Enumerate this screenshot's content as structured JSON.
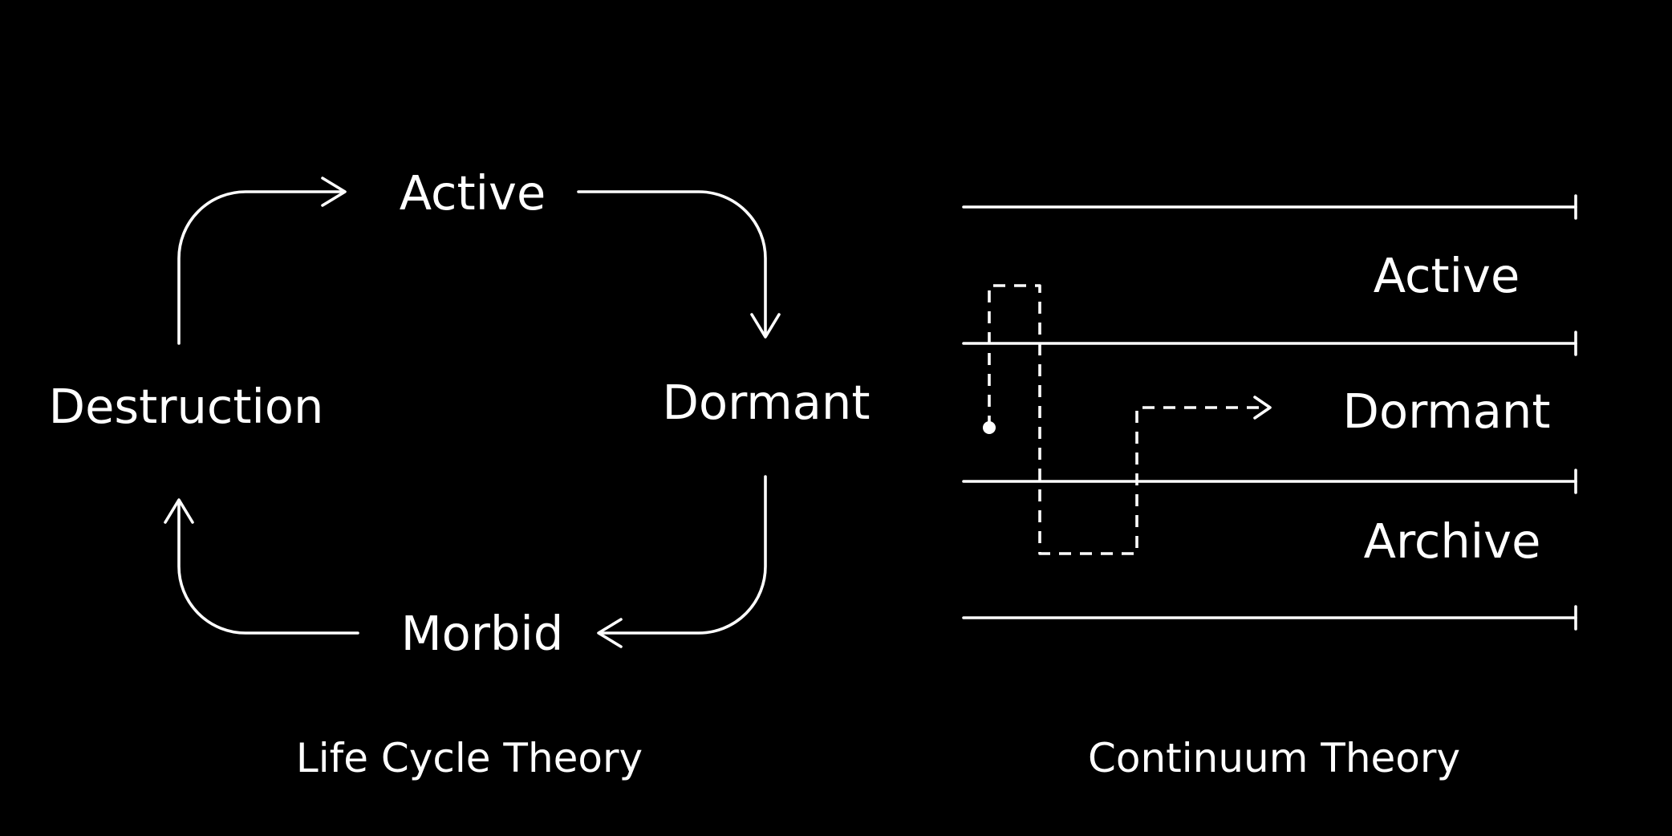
{
  "life_cycle": {
    "caption": "Life Cycle Theory",
    "stages": {
      "active": "Active",
      "dormant": "Dormant",
      "morbid": "Morbid",
      "destruction": "Destruction"
    }
  },
  "continuum": {
    "caption": "Continuum Theory",
    "bands": {
      "active": "Active",
      "dormant": "Dormant",
      "archive": "Archive"
    }
  },
  "colors": {
    "background": "#000000",
    "foreground": "#ffffff"
  }
}
